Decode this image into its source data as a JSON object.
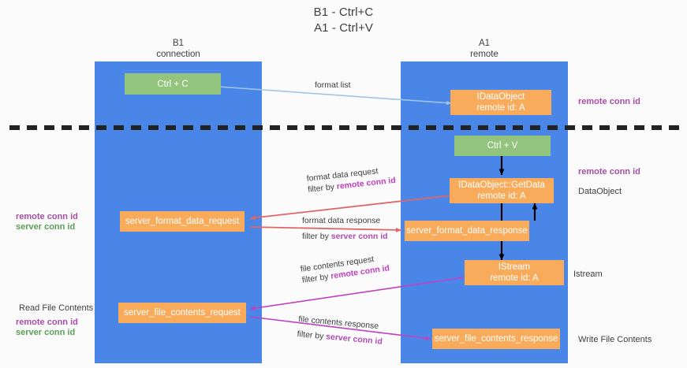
{
  "title": {
    "line1": "B1 - Ctrl+C",
    "line2": "A1 - Ctrl+V"
  },
  "columns": [
    {
      "name": "B1",
      "sub": "connection",
      "color": "#4a86e8"
    },
    {
      "name": "A1",
      "sub": "remote",
      "color": "#4a86e8"
    }
  ],
  "colors": {
    "lane": "#4a86e8",
    "green_box": "#93c47d",
    "orange_box": "#f9ab5c",
    "remote_conn_id": "#a64ea6",
    "server_conn_id": "#5a9e56",
    "arrow_blue": "#9fc5e8",
    "arrow_red": "#e06666",
    "arrow_magenta": "#c040c0",
    "arrow_black": "#000000",
    "divider": "#222222"
  },
  "boxes": {
    "ctrl_c": {
      "label": "Ctrl + C"
    },
    "ctrl_v": {
      "label": "Ctrl + V"
    },
    "idataobject": {
      "line1": "IDataObject",
      "line2": "remote id: A"
    },
    "idataobject_getdata": {
      "line1": "IDataObject::GetData",
      "line2": "remote id: A"
    },
    "istream": {
      "line1": "IStream",
      "line2": "remote id: A"
    },
    "server_format_data_request": {
      "label": "server_format_data_request"
    },
    "server_format_data_response": {
      "label": "server_format_data_response"
    },
    "server_file_contents_request": {
      "label": "server_file_contents_request"
    },
    "server_file_contents_response": {
      "label": "server_file_contents_response"
    }
  },
  "edge_labels": {
    "format_list": {
      "text": "format list"
    },
    "format_data_request": {
      "line1": "format data request",
      "line2_prefix": "filter by ",
      "line2_highlight": "remote conn id"
    },
    "format_data_response": {
      "line1": "format data response",
      "line2_prefix": "filter by ",
      "line2_highlight": "server conn id"
    },
    "file_contents_request": {
      "line1": "file contents request",
      "line2_prefix": "filter by ",
      "line2_highlight": "remote conn id"
    },
    "file_contents_response": {
      "line1": "file contents response",
      "line2_prefix": "filter by ",
      "line2_highlight": "server conn id"
    }
  },
  "annotations": {
    "right_remote_conn_id_top": "remote conn id",
    "right_remote_conn_id_mid": "remote conn id",
    "right_dataobject": "DataObject",
    "right_istream": "Istream",
    "right_write_file_contents": "Write File Contents",
    "left_remote_conn_id": "remote conn id",
    "left_server_conn_id": "server conn id",
    "left_read_file_contents": "Read File Contents",
    "left_remote_conn_id_2": "remote conn id",
    "left_server_conn_id_2": "server conn id"
  }
}
